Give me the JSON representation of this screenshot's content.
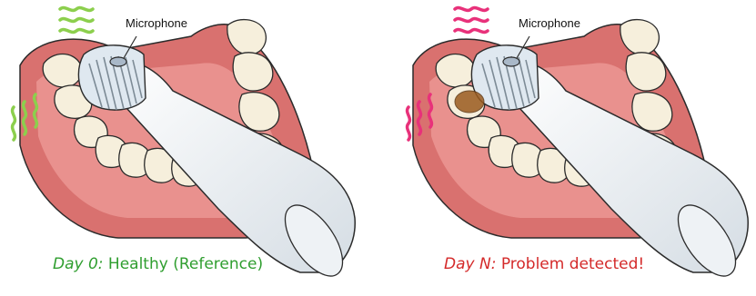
{
  "panels": [
    {
      "microphone_label": "Microphone",
      "caption_day": "Day 0:",
      "caption_text": " Healthy (Reference)",
      "caption_color": "#2f9e2f",
      "wave_color": "#8ccf4d",
      "shows_problem_spot": false
    },
    {
      "microphone_label": "Microphone",
      "caption_day": "Day N:",
      "caption_text": " Problem detected!",
      "caption_color": "#d42a2a",
      "wave_color": "#e8317a",
      "shows_problem_spot": true
    }
  ],
  "colors": {
    "gum": "#d9716f",
    "gum_light": "#ef9f9b",
    "tooth": "#f6efdc",
    "outline": "#2b2b2b",
    "brush_head": "#dfe8f0",
    "bristles": "#eef3f7",
    "plaque": "#9a5a1e"
  }
}
